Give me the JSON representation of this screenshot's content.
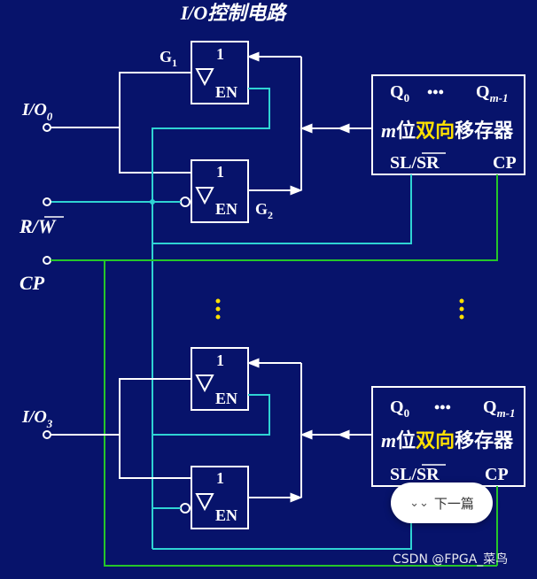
{
  "title": "I/O控制电路",
  "inputs": {
    "io0": "I/O",
    "io0_sub": "0",
    "rw": "R/W",
    "cp": "CP",
    "io3": "I/O",
    "io3_sub": "3"
  },
  "gates": {
    "g1": "G",
    "g1_sub": "1",
    "g2": "G",
    "g2_sub": "2",
    "one": "1",
    "en": "EN"
  },
  "register": {
    "q0": "Q",
    "q0_sub": "0",
    "dots": "•••",
    "qm": "Q",
    "qm_sub": "m-1",
    "name_m": "m",
    "name_a": "位",
    "name_b": "双向",
    "name_c": "移存器",
    "sl": "SL/",
    "sr": "SR",
    "cp": "CP"
  },
  "colors": {
    "background": "#07136b",
    "cyan_wire": "#2fd3d3",
    "green_wire": "#25c62a",
    "highlight_text": "#ffe000",
    "ellipsis": "#ffe000"
  },
  "next_button": {
    "label": "下一篇",
    "icon": "double-chevron-down-icon"
  },
  "watermark": "CSDN @FPGA_菜鸟"
}
